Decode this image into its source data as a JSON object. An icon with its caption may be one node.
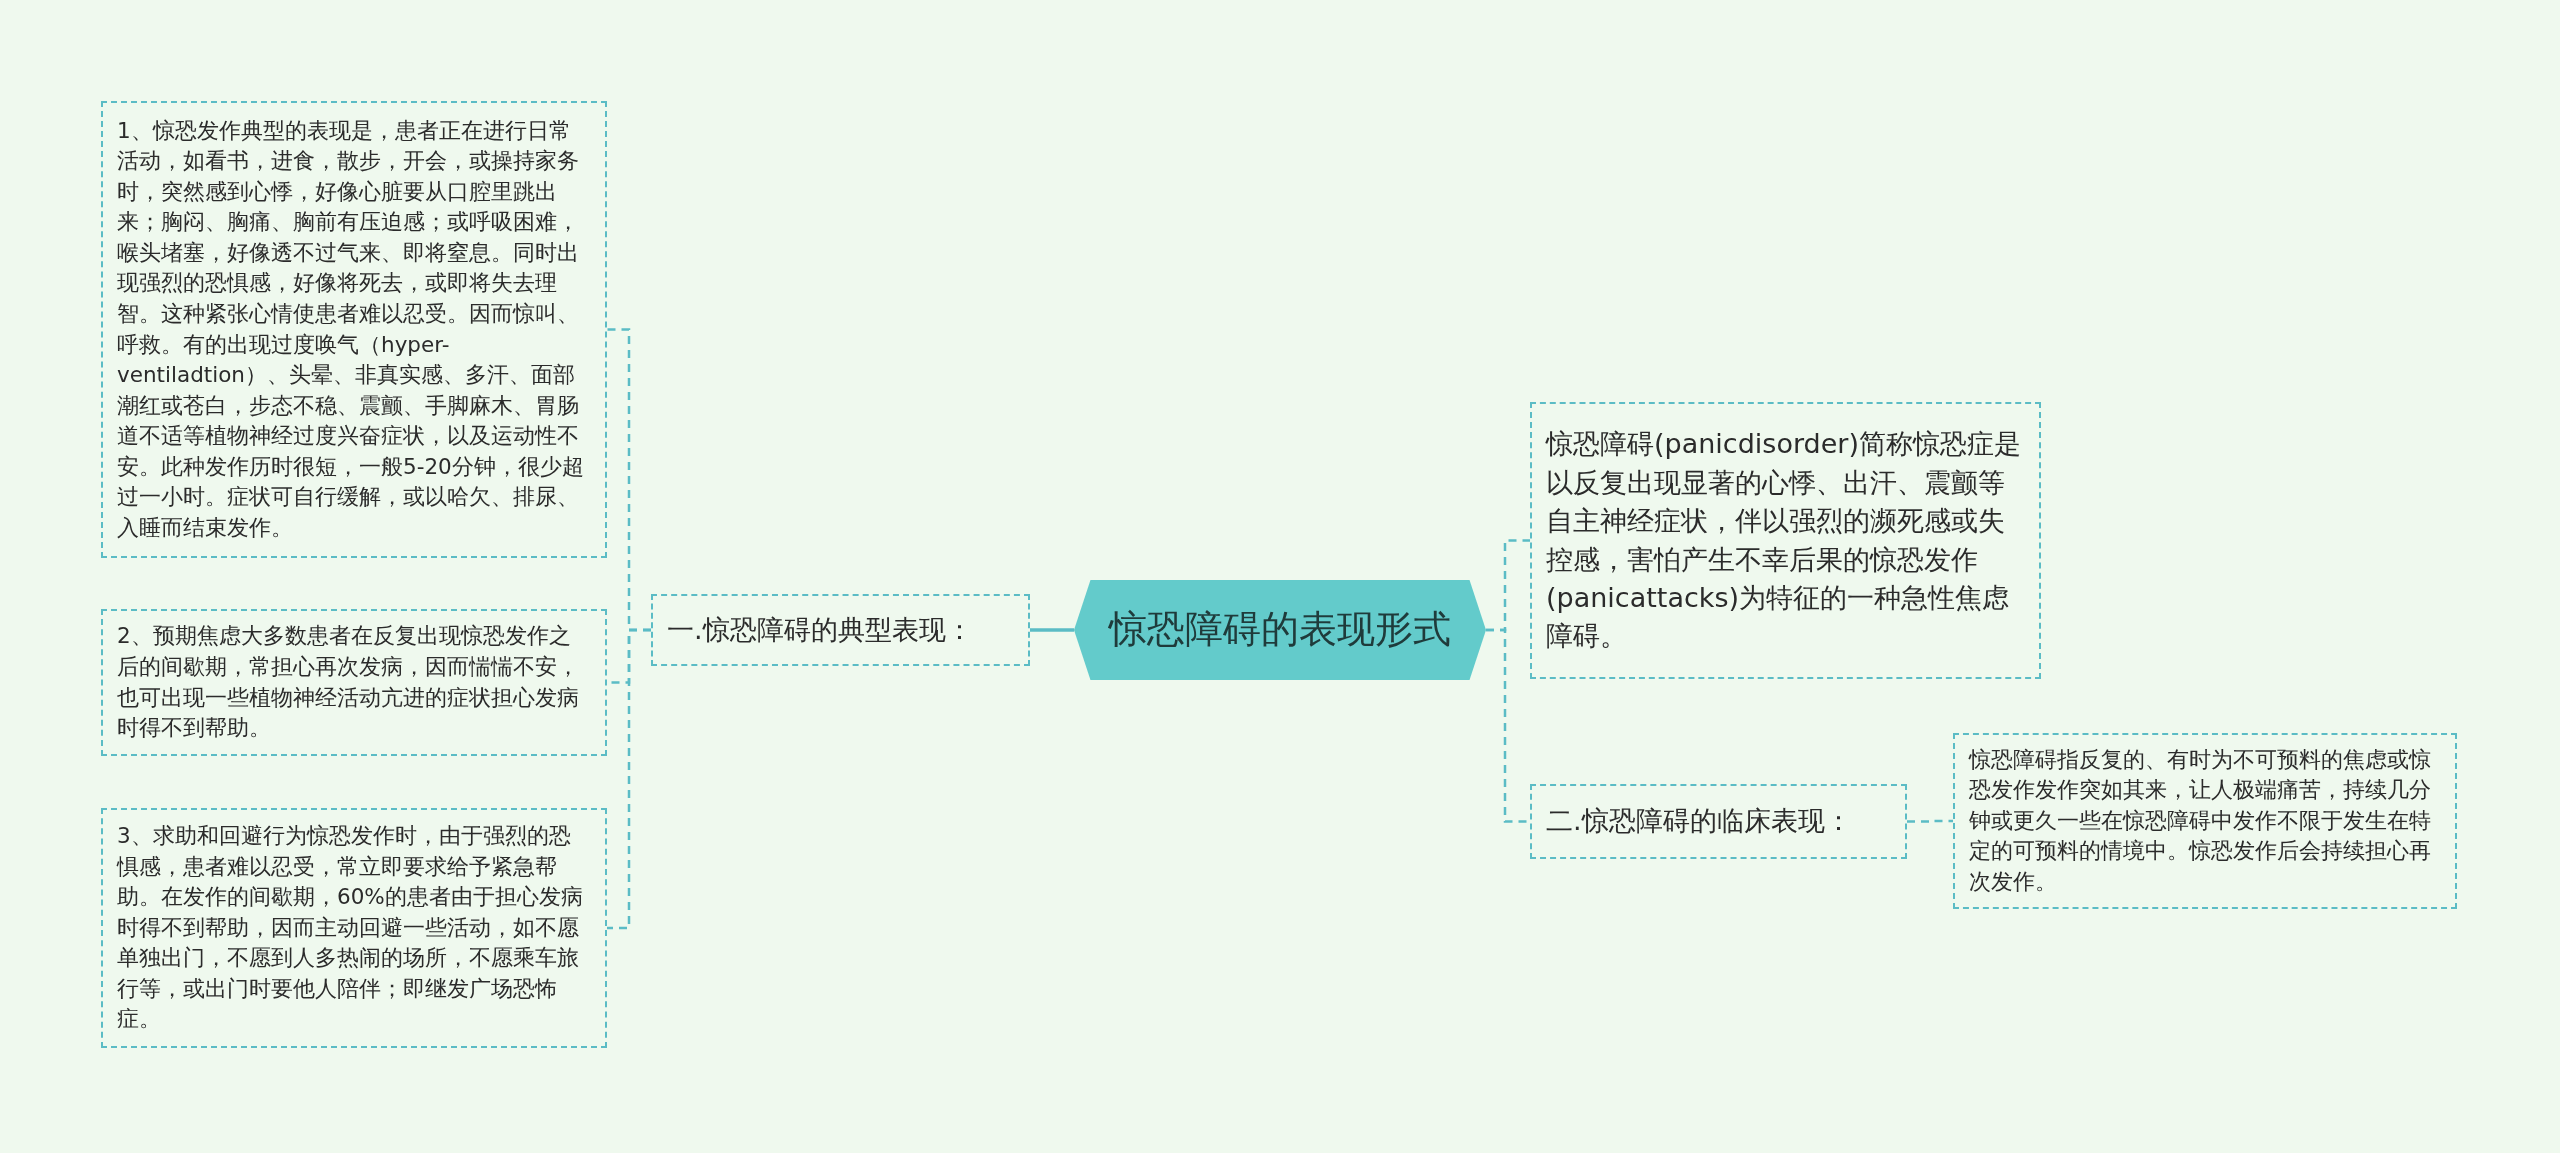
{
  "diagram": {
    "nodes": [
      {
        "text": [
          "惊恐障碍的表现形式"
        ]
      },
      {
        "text": [
          "一.惊恐障碍的典型表现："
        ]
      },
      {
        "text": [
          "1、惊恐发作典型的表现是，患者正在进行日常活动，如看书，进食，散步，开会，或操持家务时，突然感到心悸，好像心脏要从口腔里跳出来；胸闷、胸痛、胸前有压迫感；或呼吸困难，喉头堵塞，好像透不过气来、即将窒息。同时出现强烈的恐惧感，好像将死去，或即将失去理智。这种紧张心情使患者难以忍受。因而惊叫、呼救。有的出现过度唤气（hyper-ventiladtion）、头晕、非真实感、多汗、面部潮红或苍白，步态不稳、震颤、手脚麻木、胃肠道不适等植物神经过度兴奋症状，以及运动性不安。此种发作历时很短，一般5-20分钟，很少超过一小时。症状可自行缓解，或以哈欠、排尿、入睡而结束发作。"
        ]
      },
      {
        "text": [
          "2、预期焦虑大多数患者在反复出现惊恐发作之后的间歇期，常担心再次发病，因而惴惴不安，也可出现一些植物神经活动亢进的症状担心发病时得不到帮助。"
        ]
      },
      {
        "text": [
          "3、求助和回避行为惊恐发作时，由于强烈的恐惧感，患者难以忍受，常立即要求给予紧急帮助。在发作的间歇期，60%的患者由于担心发病时得不到帮助，因而主动回避一些活动，如不愿单独出门，不愿到人多热闹的场所，不愿乘车旅行等，或出门时要他人陪伴；即继发广场恐怖症。"
        ]
      },
      {
        "text": [
          "惊恐障碍(panicdisorder)简称惊恐症是以反复出现显著的心悸、出汗、震颤等自主神经症状，伴以强烈的濒死感或失控感，害怕产生不幸后果的惊恐发作(panicattacks)为特征的一种急性焦虑障碍。"
        ]
      },
      {
        "text": [
          "二.惊恐障碍的临床表现："
        ]
      },
      {
        "text": [
          "惊恐障碍指反复的、有时为不可预料的焦虑或惊恐发作发作突如其来，让人极端痛苦，持续几分钟或更久一些在惊恐障碍中发作不限于发生在特定的可预料的情境中。惊恐发作后会持续担心再次发作。"
        ]
      }
    ],
    "edges": [
      {
        "from": 0,
        "to": 1,
        "arrow": "none"
      },
      {
        "from": 1,
        "to": 2,
        "arrow": "none",
        "style": "dashed"
      },
      {
        "from": 1,
        "to": 3,
        "arrow": "none",
        "style": "dashed"
      },
      {
        "from": 1,
        "to": 4,
        "arrow": "none",
        "style": "dashed"
      },
      {
        "from": 0,
        "to": 5,
        "arrow": "none",
        "style": "dashed"
      },
      {
        "from": 0,
        "to": 6,
        "arrow": "none",
        "style": "dashed"
      },
      {
        "from": 6,
        "to": 7,
        "arrow": "none",
        "style": "dashed"
      }
    ]
  }
}
